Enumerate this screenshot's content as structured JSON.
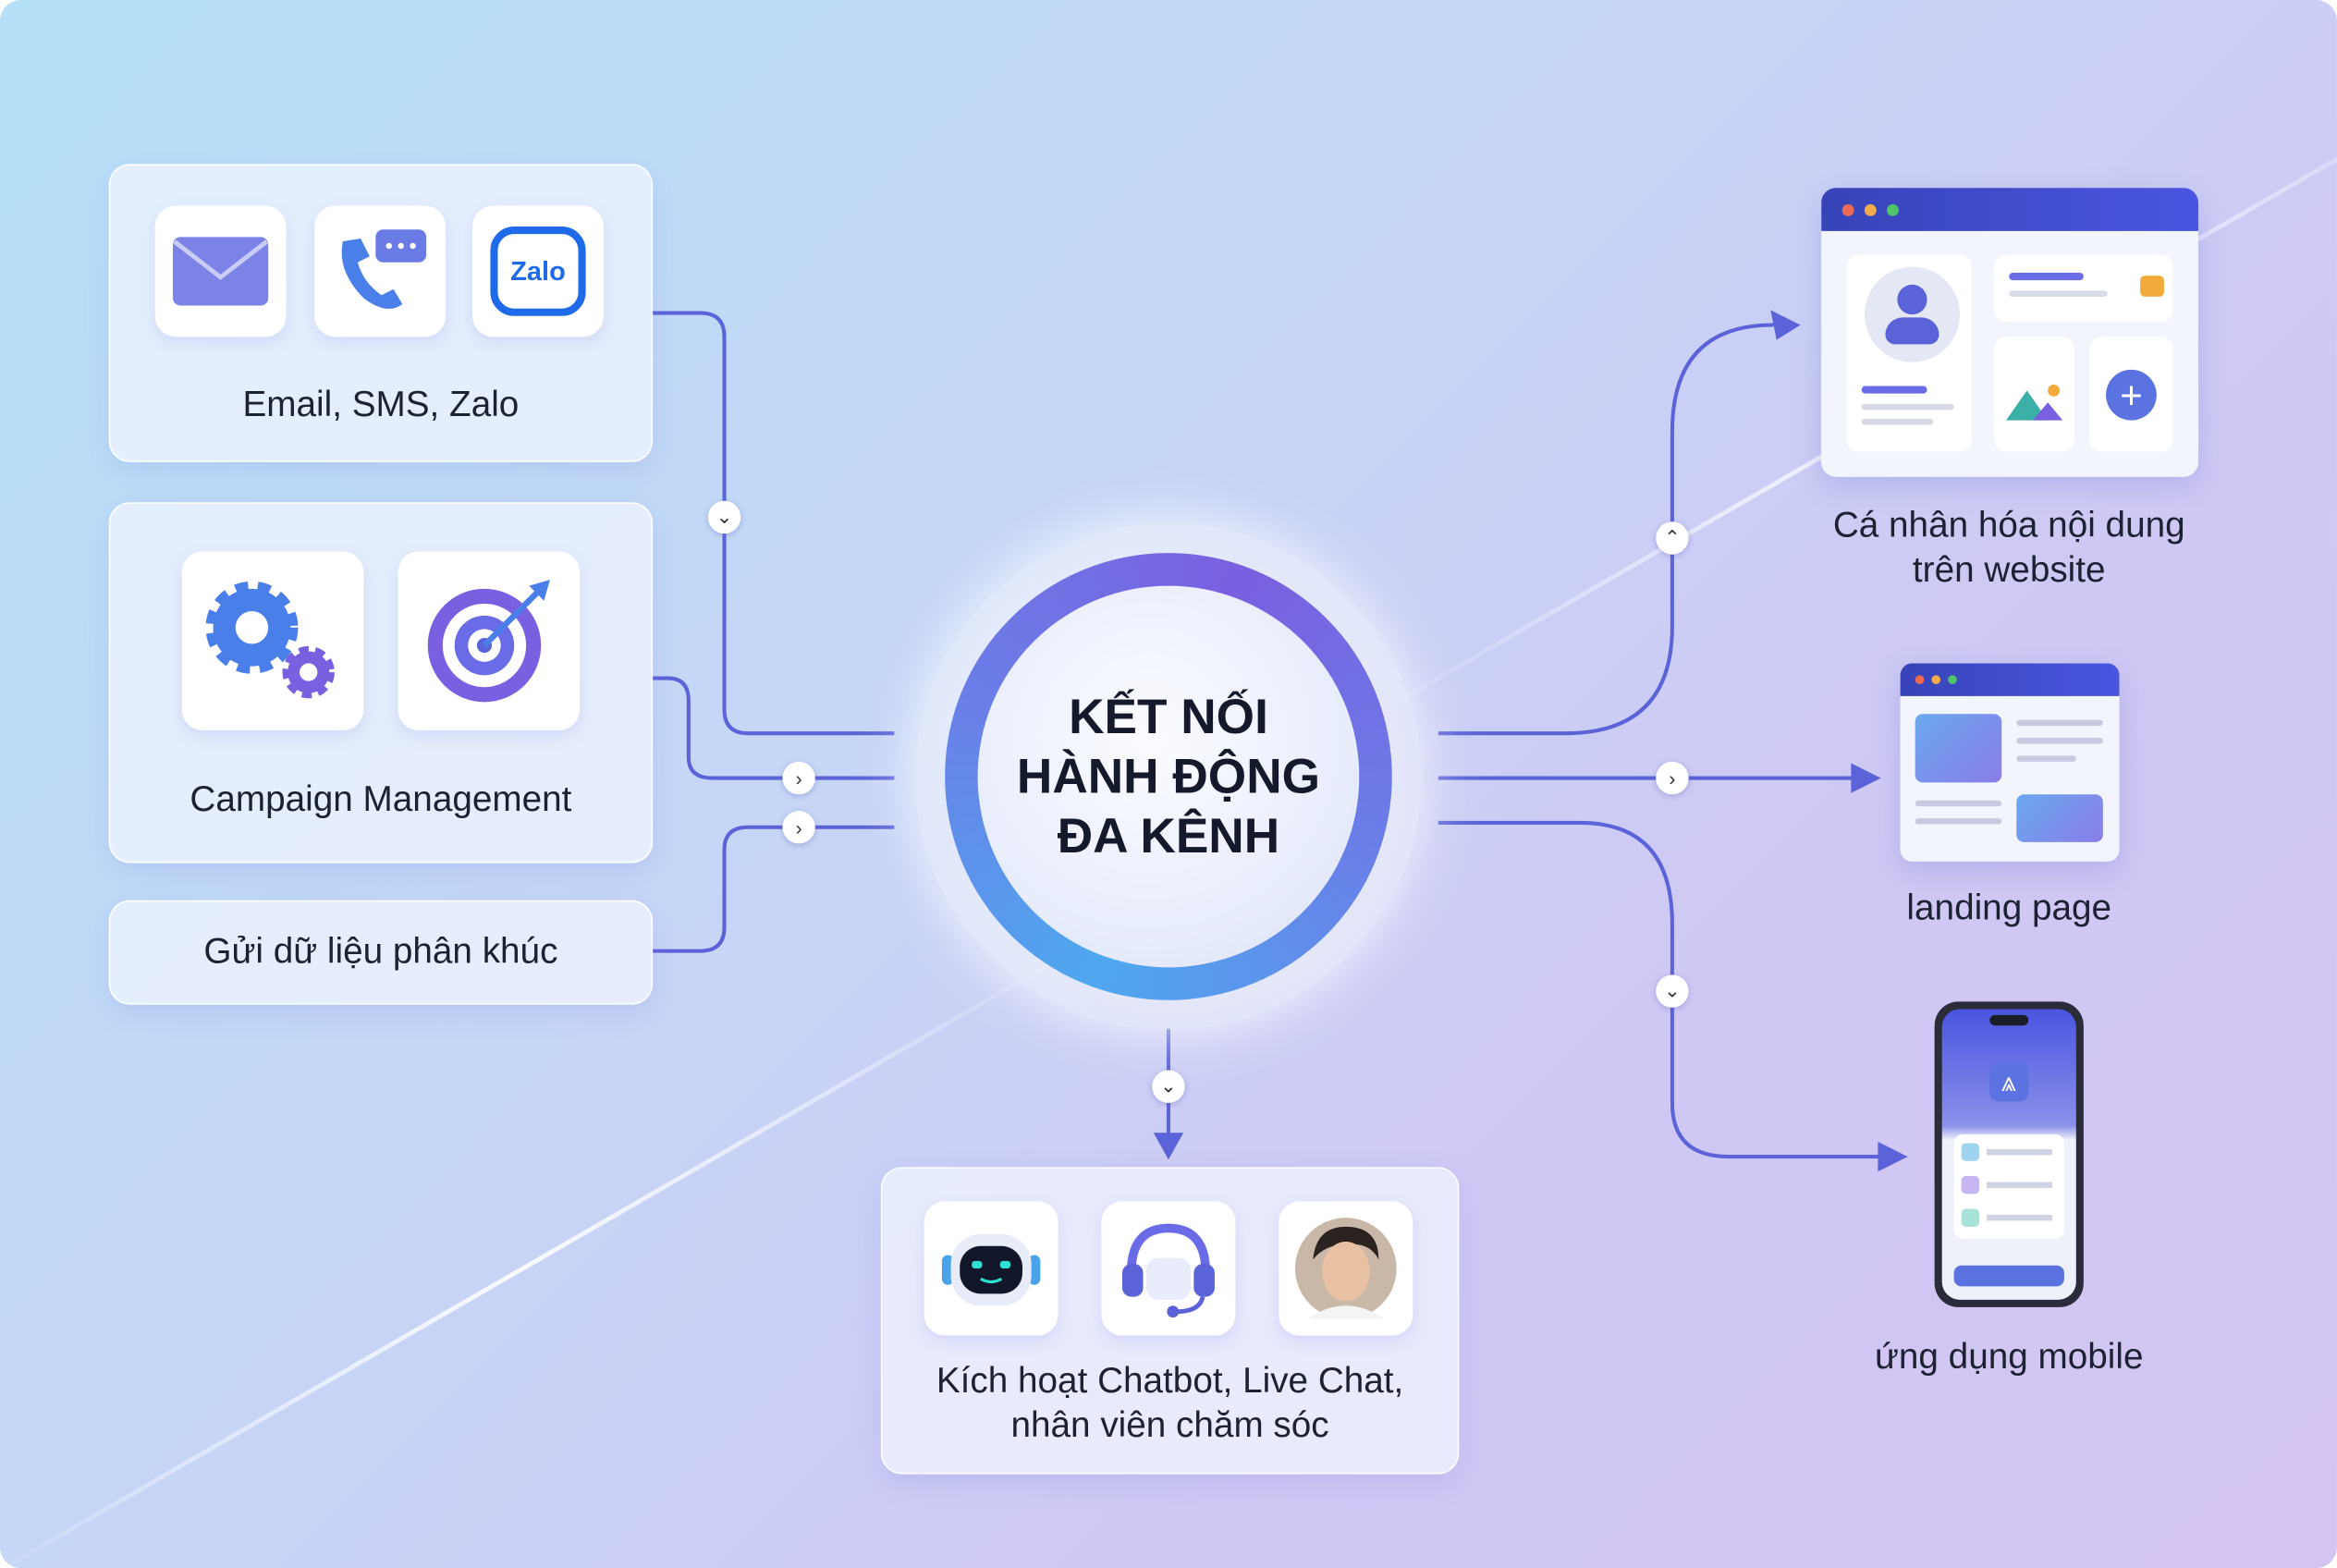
{
  "hub": {
    "line1": "KẾT NỐI",
    "line2": "HÀNH ĐỘNG",
    "line3": "ĐA KÊNH"
  },
  "inputs": [
    {
      "label": "Email, SMS, Zalo",
      "icons": [
        "email-icon",
        "phone-sms-icon",
        "zalo-icon"
      ],
      "zalo_text": "Zalo"
    },
    {
      "label": "Campaign Management",
      "icons": [
        "gears-icon",
        "target-icon"
      ]
    },
    {
      "label": "Gửi dữ liệu phân khúc"
    }
  ],
  "outputs": [
    {
      "label_line1": "Cá nhân hóa nội dung",
      "label_line2": "trên website",
      "icon": "browser-icon"
    },
    {
      "label": "landing page",
      "icon": "landing-page-icon"
    },
    {
      "label": "ứng dụng mobile",
      "icon": "mobile-app-icon"
    }
  ],
  "bottom": {
    "label_line1": "Kích hoạt Chatbot, Live Chat,",
    "label_line2": "nhân viên chăm sóc",
    "icons": [
      "chatbot-icon",
      "headset-icon",
      "agent-avatar-icon"
    ]
  },
  "colors": {
    "connector": "#5b63d8",
    "accent_blue": "#4a8df0",
    "accent_purple": "#6b5ce0"
  }
}
